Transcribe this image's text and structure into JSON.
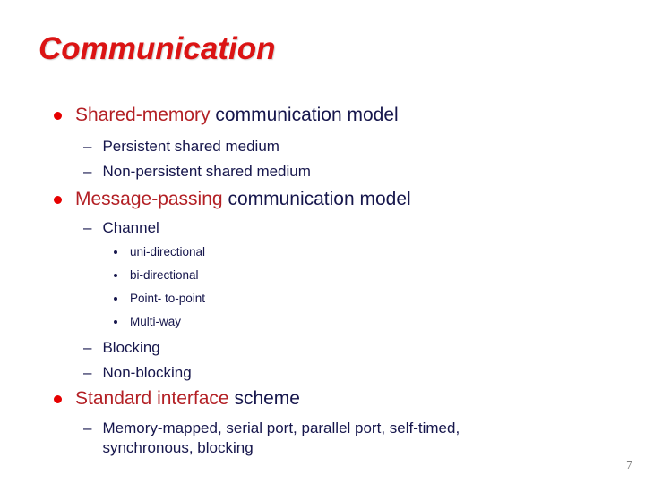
{
  "slide": {
    "title": "Communication",
    "page_number": "7"
  },
  "markers": {
    "dash": "–"
  },
  "colors": {
    "title_red": "#db1414",
    "keyword_red": "#b32025",
    "body_navy": "#16164c",
    "bullet_red": "#e60000",
    "page_gray": "#7d7d7d"
  },
  "bullets": [
    {
      "keyword": "Shared-memory",
      "rest": "communication model",
      "sub_items": [
        "Persistent shared medium",
        "Non-persistent shared medium"
      ]
    },
    {
      "keyword": "Message-passing",
      "rest": "communication model",
      "sub_items": [
        "Channel",
        "Blocking",
        "Non-blocking"
      ],
      "channel_options": [
        "uni-directional",
        "bi-directional",
        "Point- to-point",
        "Multi-way"
      ]
    },
    {
      "keyword": "Standard interface",
      "rest": "scheme",
      "sub_items": [
        "Memory-mapped, serial port, parallel port, self-timed, synchronous, blocking"
      ]
    }
  ]
}
